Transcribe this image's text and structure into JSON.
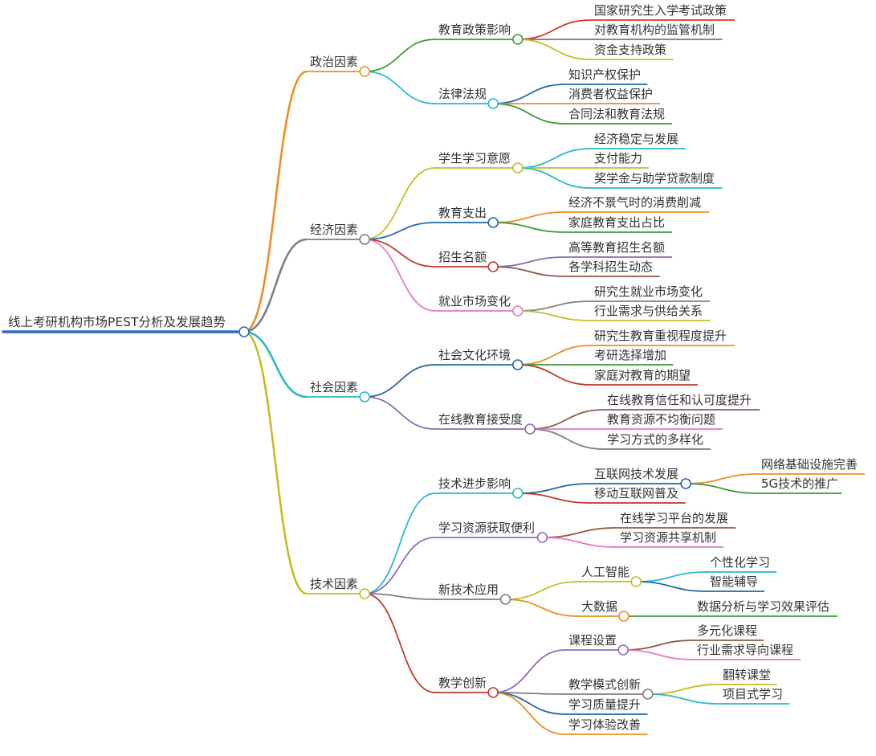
{
  "root": {
    "label": "线上考研机构市场PEST分析及发展趋势",
    "color": "#2f6eb5",
    "children": [
      {
        "label": "政治因素",
        "color": "#ef8c22",
        "children": [
          {
            "label": "教育政策影响",
            "color": "#3a9b34",
            "children": [
              {
                "label": "国家研究生入学考试政策",
                "color": "#d9342b"
              },
              {
                "label": "对教育机构的监管机制",
                "color": "#777777"
              },
              {
                "label": "资金支持政策",
                "color": "#c2be26"
              }
            ]
          },
          {
            "label": "法律法规",
            "color": "#2bb8c8",
            "children": [
              {
                "label": "知识产权保护",
                "color": "#2168a8"
              },
              {
                "label": "消费者权益保护",
                "color": "#ef8c22"
              },
              {
                "label": "合同法和教育法规",
                "color": "#3a9b34"
              }
            ]
          }
        ]
      },
      {
        "label": "经济因素",
        "color": "#7f7f7f",
        "children": [
          {
            "label": "学生学习意愿",
            "color": "#c2be26",
            "children": [
              {
                "label": "经济稳定与发展",
                "color": "#2bb8c8"
              },
              {
                "label": "支付能力",
                "color": "#c2be26"
              },
              {
                "label": "奖学金与助学贷款制度",
                "color": "#2bb8c8"
              }
            ]
          },
          {
            "label": "教育支出",
            "color": "#2168a8",
            "children": [
              {
                "label": "经济不景气时的消费削减",
                "color": "#ef8c22"
              },
              {
                "label": "家庭教育支出占比",
                "color": "#3a9b34"
              }
            ]
          },
          {
            "label": "招生名额",
            "color": "#c0392b",
            "children": [
              {
                "label": "高等教育招生名额",
                "color": "#8e6bb8"
              },
              {
                "label": "各学科招生动态",
                "color": "#8b5a4a"
              }
            ]
          },
          {
            "label": "就业市场变化",
            "color": "#e37bc1",
            "children": [
              {
                "label": "研究生就业市场变化",
                "color": "#7f7f7f"
              },
              {
                "label": "行业需求与供给关系",
                "color": "#c2be26"
              }
            ]
          }
        ]
      },
      {
        "label": "社会因素",
        "color": "#2bb8c8",
        "children": [
          {
            "label": "社会文化环境",
            "color": "#2168a8",
            "children": [
              {
                "label": "研究生教育重视程度提升",
                "color": "#ef8c22"
              },
              {
                "label": "考研选择增加",
                "color": "#3a9b34"
              },
              {
                "label": "家庭对教育的期望",
                "color": "#c0392b"
              }
            ]
          },
          {
            "label": "在线教育接受度",
            "color": "#8e6bb8",
            "children": [
              {
                "label": "在线教育信任和认可度提升",
                "color": "#8b5a4a"
              },
              {
                "label": "教育资源不均衡问题",
                "color": "#e37bc1"
              },
              {
                "label": "学习方式的多样化",
                "color": "#7f7f7f"
              }
            ]
          }
        ]
      },
      {
        "label": "技术因素",
        "color": "#c2be26",
        "children": [
          {
            "label": "技术进步影响",
            "color": "#2bb8c8",
            "children": [
              {
                "label": "互联网技术发展",
                "color": "#2168a8",
                "children": [
                  {
                    "label": "网络基础设施完善",
                    "color": "#ef8c22"
                  },
                  {
                    "label": "5G技术的推广",
                    "color": "#3a9b34"
                  }
                ]
              },
              {
                "label": "移动互联网普及",
                "color": "#c0392b"
              }
            ]
          },
          {
            "label": "学习资源获取便利",
            "color": "#8e6bb8",
            "children": [
              {
                "label": "在线学习平台的发展",
                "color": "#8b5a4a"
              },
              {
                "label": "学习资源共享机制",
                "color": "#e37bc1"
              }
            ]
          },
          {
            "label": "新技术应用",
            "color": "#7f7f7f",
            "children": [
              {
                "label": "人工智能",
                "color": "#c2be26",
                "children": [
                  {
                    "label": "个性化学习",
                    "color": "#2bb8c8"
                  },
                  {
                    "label": "智能辅导",
                    "color": "#2168a8"
                  }
                ]
              },
              {
                "label": "大数据",
                "color": "#ef8c22",
                "children": [
                  {
                    "label": "数据分析与学习效果评估",
                    "color": "#3a9b34"
                  }
                ]
              }
            ]
          },
          {
            "label": "教学创新",
            "color": "#c0392b",
            "children": [
              {
                "label": "课程设置",
                "color": "#8e6bb8",
                "children": [
                  {
                    "label": "多元化课程",
                    "color": "#8b5a4a"
                  },
                  {
                    "label": "行业需求导向课程",
                    "color": "#e37bc1"
                  }
                ]
              },
              {
                "label": "教学模式创新",
                "color": "#7f7f7f",
                "children": [
                  {
                    "label": "翻转课堂",
                    "color": "#c2be26"
                  },
                  {
                    "label": "项目式学习",
                    "color": "#2bb8c8"
                  }
                ]
              },
              {
                "label": "学习质量提升",
                "color": "#2168a8"
              },
              {
                "label": "学习体验改善",
                "color": "#ef8c22"
              }
            ]
          }
        ]
      }
    ]
  }
}
